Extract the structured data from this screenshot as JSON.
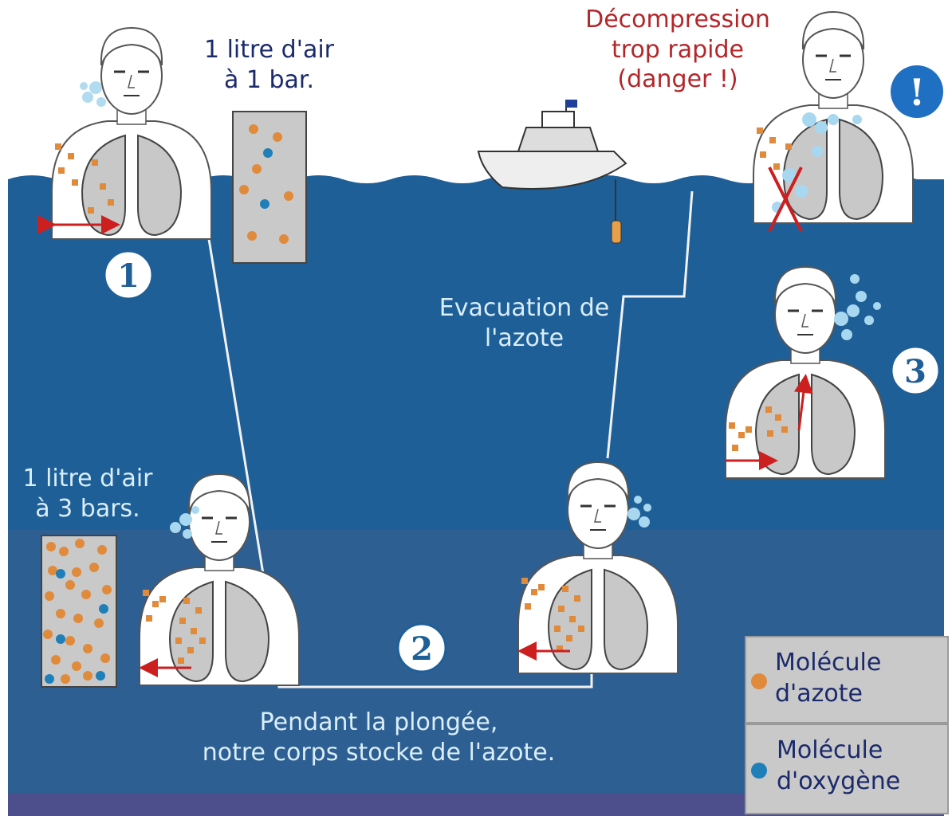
{
  "labels": {
    "surface_air": [
      "1 litre d'air",
      "à 1 bar."
    ],
    "deep_air": [
      "1 litre d'air",
      "à 3 bars."
    ],
    "decompression": [
      "Décompression",
      "trop rapide",
      "(danger !)"
    ],
    "evacuation": [
      "Evacuation de",
      "l'azote"
    ],
    "dive_caption": [
      "Pendant la plongée,",
      "notre corps stocke de l'azote."
    ]
  },
  "step_numbers": [
    "1",
    "2",
    "3",
    "!"
  ],
  "legend": {
    "nitrogen": [
      "Molécule",
      "d'azote"
    ],
    "oxygen": [
      "Molécule",
      "d'oxygène"
    ]
  },
  "colors": {
    "sky": "#ffffff",
    "water_upper": "#1f5f98",
    "water_lower": "#2e5f93",
    "seabed": "#4c4f8c",
    "nitrogen": "#e08a3c",
    "oxygen": "#1f7fb8",
    "arrow": "#cc1f1f",
    "lung": "#c8c8c8",
    "bubble": "#a8d8ef"
  },
  "icons": [
    "diver-figure",
    "boat-icon",
    "bubbles-icon",
    "arrow-icon",
    "cross-icon"
  ]
}
